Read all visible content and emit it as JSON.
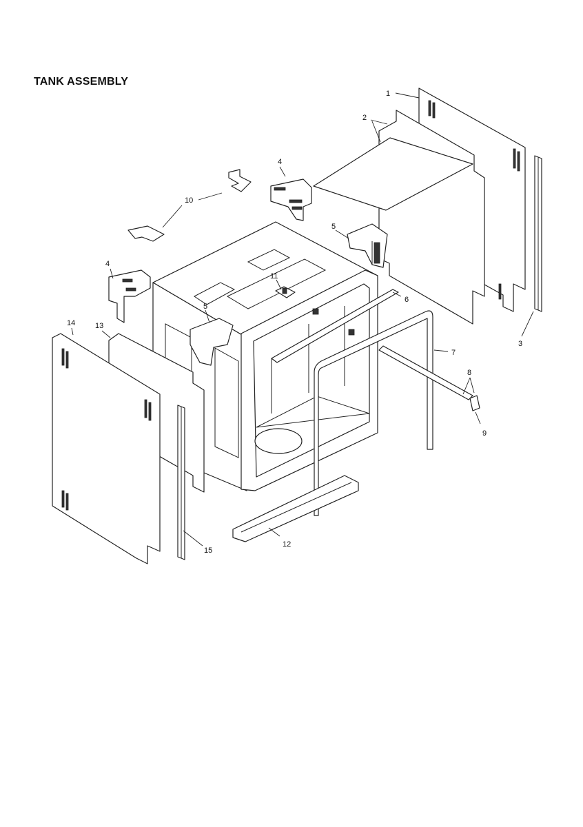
{
  "title": "TANK ASSEMBLY",
  "callouts": {
    "c1": "1",
    "c2": "2",
    "c3": "3",
    "c4a": "4",
    "c4b": "4",
    "c5a": "5",
    "c5b": "5",
    "c6": "6",
    "c7": "7",
    "c8": "8",
    "c9": "9",
    "c10": "10",
    "c11": "11",
    "c12": "12",
    "c13": "13",
    "c14": "14",
    "c15": "15"
  }
}
